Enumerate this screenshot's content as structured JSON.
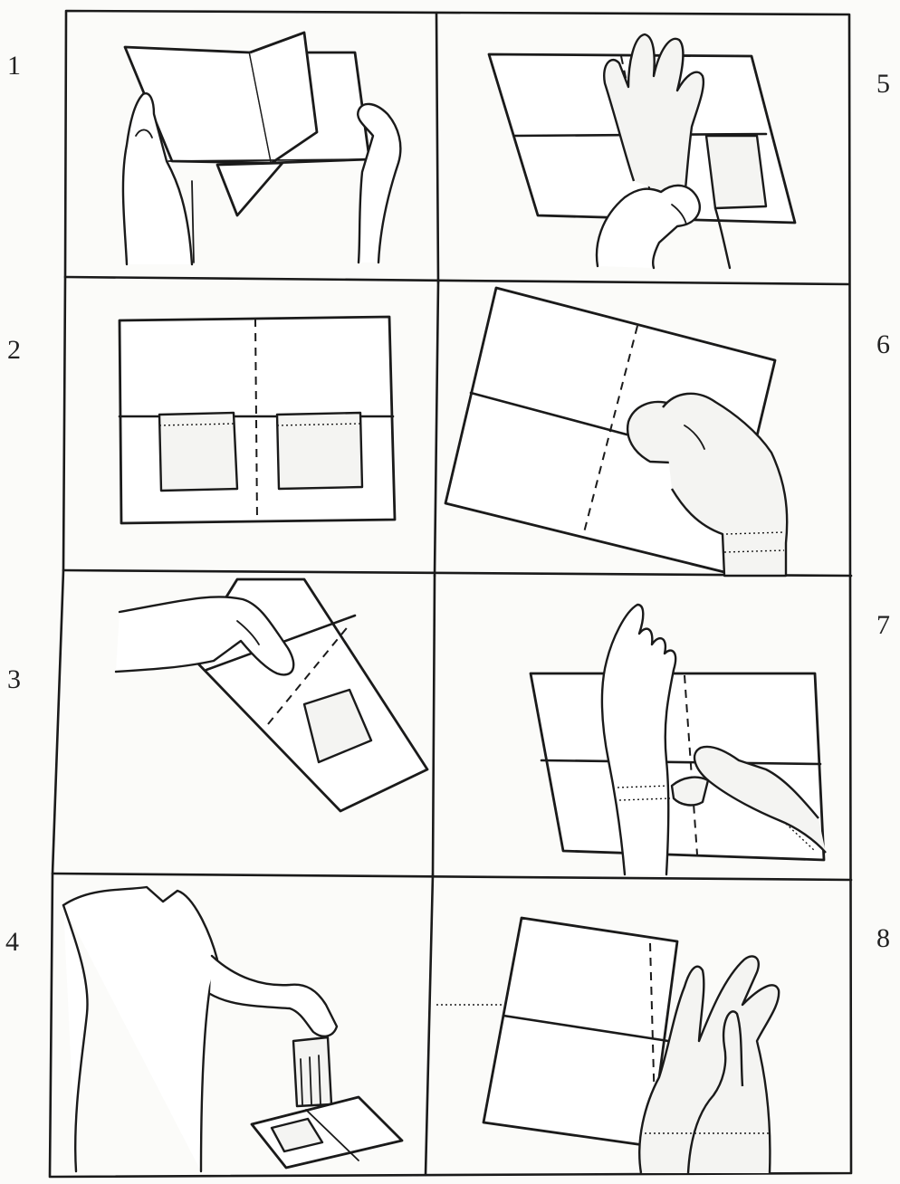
{
  "steps": [
    {
      "number": "1"
    },
    {
      "number": "2"
    },
    {
      "number": "3"
    },
    {
      "number": "4"
    },
    {
      "number": "5"
    },
    {
      "number": "6"
    },
    {
      "number": "7"
    },
    {
      "number": "8"
    }
  ],
  "colors": {
    "ink": "#1a1a1a",
    "paper": "#ffffff",
    "background": "#fbfbf9"
  }
}
